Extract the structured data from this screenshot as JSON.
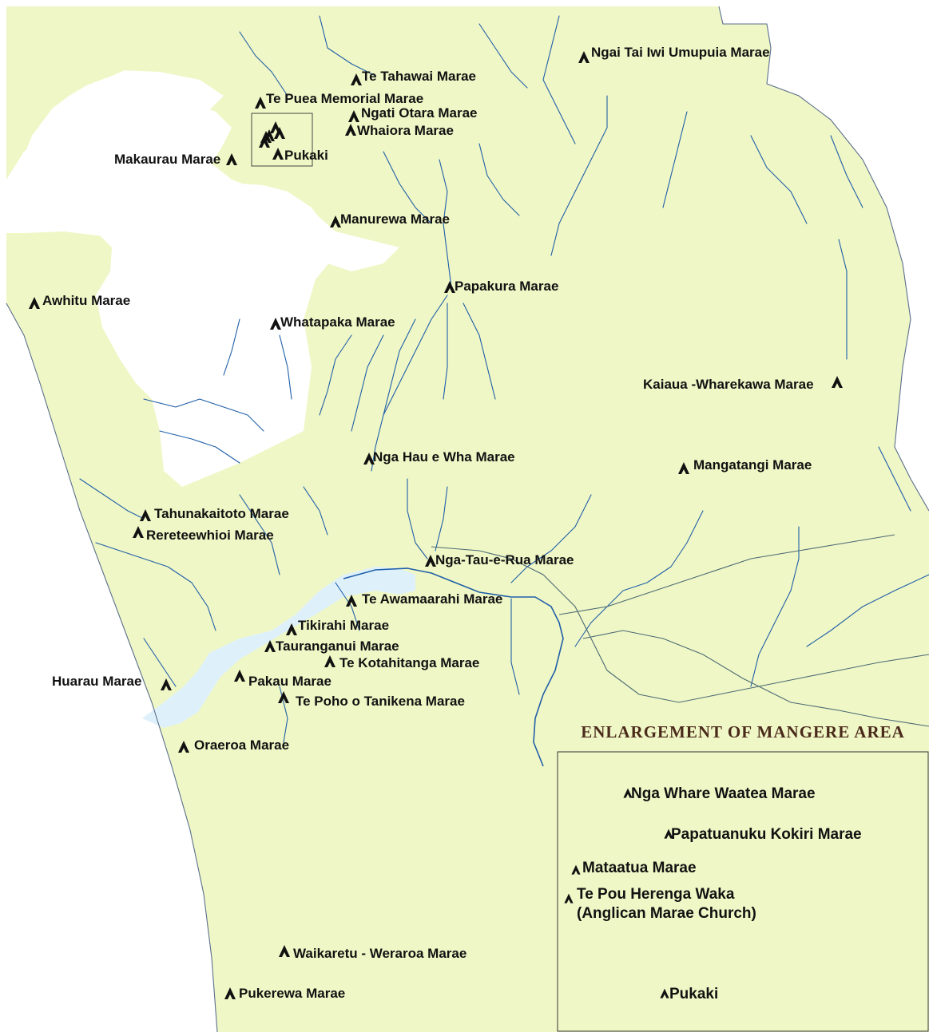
{
  "colors": {
    "land": "#f0f7c6",
    "water": "#ffffff",
    "estuary": "#def1fb",
    "river": "#1f5fa8",
    "road": "#4b6a74",
    "marker": "#111111",
    "inset_title": "#4a2a1a"
  },
  "marker_icon": "marae-tent-icon",
  "inset": {
    "title": "ENLARGEMENT OF MANGERE AREA",
    "labels": [
      "Nga Whare Waatea Marae",
      "Papatuanuku Kokiri Marae",
      "Mataatua Marae",
      "Te Pou Herenga Waka",
      "(Anglican Marae Church)",
      "Pukaki"
    ]
  },
  "map": {
    "labels": [
      "Ngai Tai Iwi Umupuia Marae",
      "Te Tahawai Marae",
      "Te Puea Memorial Marae",
      "Ngati Otara Marae",
      "Whaiora Marae",
      "Pukaki",
      "Makaurau Marae",
      "Manurewa Marae",
      "Papakura Marae",
      "Awhitu Marae",
      "Whatapaka Marae",
      "Kaiaua -Wharekawa Marae",
      "Nga Hau e Wha Marae",
      "Mangatangi Marae",
      "Tahunakaitoto Marae",
      "Rereteewhioi Marae",
      "Nga-Tau-e-Rua Marae",
      "Te Awamaarahi Marae",
      "Tikirahi Marae",
      "Tauranganui Marae",
      "Te Kotahitanga Marae",
      "Huarau Marae",
      "Pakau Marae",
      "Te Poho o Tanikena Marae",
      "Oraeroa Marae",
      "Waikaretu - Weraroa Marae",
      "Pukerewa Marae"
    ]
  }
}
